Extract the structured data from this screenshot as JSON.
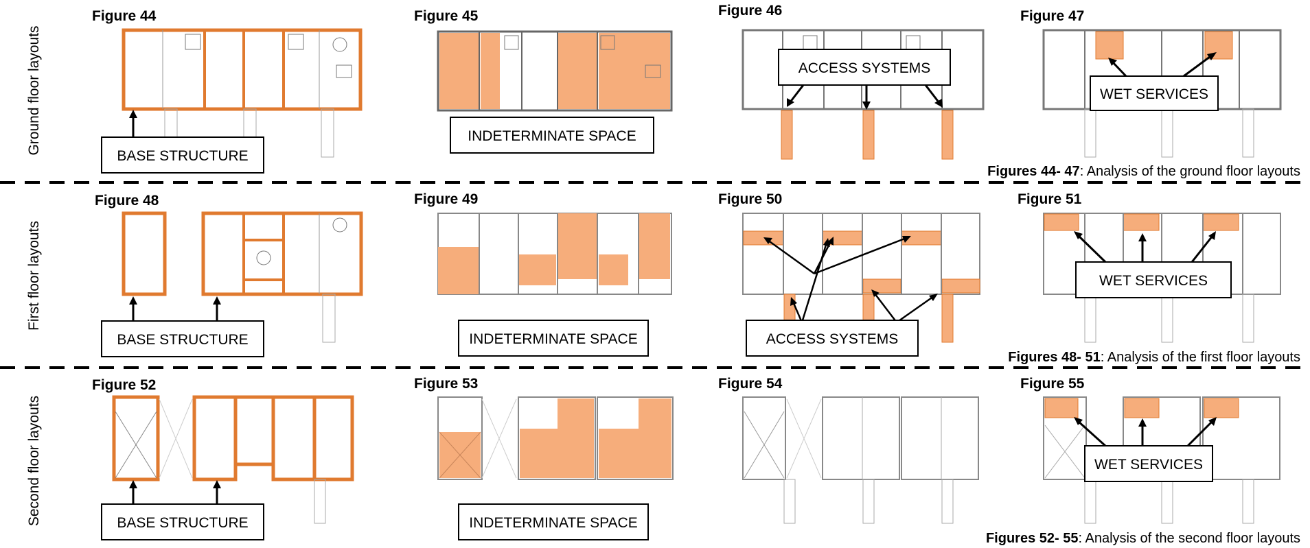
{
  "rows": [
    {
      "label": "Ground floor layouts",
      "caption_bold": "Figures 44- 47",
      "caption_text": ":  Analysis of the ground floor layouts",
      "figures": [
        {
          "title": "Figure 44",
          "callout": "BASE STRUCTURE"
        },
        {
          "title": "Figure 45",
          "callout": "INDETERMINATE SPACE"
        },
        {
          "title": "Figure 46",
          "callout": "ACCESS SYSTEMS"
        },
        {
          "title": "Figure 47",
          "callout": "WET SERVICES"
        }
      ]
    },
    {
      "label": "First floor layouts",
      "caption_bold": "Figures 48- 51",
      "caption_text": ":  Analysis of the first floor layouts",
      "figures": [
        {
          "title": "Figure 48",
          "callout": "BASE STRUCTURE"
        },
        {
          "title": "Figure 49",
          "callout": "INDETERMINATE SPACE"
        },
        {
          "title": "Figure 50",
          "callout": "ACCESS SYSTEMS"
        },
        {
          "title": "Figure 51",
          "callout": "WET SERVICES"
        }
      ]
    },
    {
      "label": "Second floor layouts",
      "caption_bold": "Figures 52- 55",
      "caption_text": ":  Analysis of the second floor layouts",
      "figures": [
        {
          "title": "Figure 52",
          "callout": "BASE STRUCTURE"
        },
        {
          "title": "Figure 53",
          "callout": "INDETERMINATE SPACE"
        },
        {
          "title": "Figure 54",
          "callout": ""
        },
        {
          "title": "Figure 55",
          "callout": "WET SERVICES"
        }
      ]
    }
  ],
  "colors": {
    "highlight_fill": "#f6ad7b",
    "structure_stroke": "#e07a2f",
    "plan_line": "#9a9a9a",
    "divider": "#000000"
  }
}
